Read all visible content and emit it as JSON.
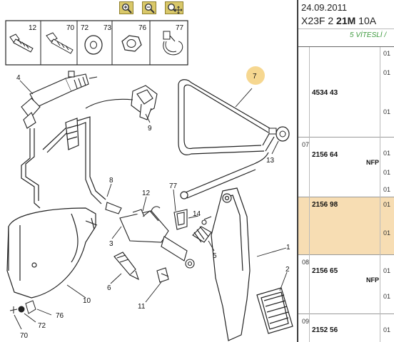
{
  "toolbar": {
    "zoom_in_icon": "magnifier-plus-icon",
    "zoom_out_icon": "magnifier-minus-icon",
    "zoom_pan_icon": "magnifier-move-icon",
    "button_color": "#d9c86a"
  },
  "diagram": {
    "legend_labels": [
      "12",
      "70",
      "72",
      "73",
      "76",
      "77"
    ],
    "callouts": {
      "c4": "4",
      "c7": "7",
      "c9": "9",
      "c13": "13",
      "c8": "8",
      "c12": "12",
      "c77": "77",
      "c14": "14",
      "c3": "3",
      "c5": "5",
      "c1": "1",
      "c6": "6",
      "c2": "2",
      "c10": "10",
      "c11": "11",
      "c76": "76",
      "c72": "72",
      "c70": "70"
    },
    "highlight_color": "#f3c96b"
  },
  "right_panel": {
    "date": "24.09.2011",
    "model_prefix": "X23F 2",
    "model_bold": "21M",
    "model_suffix": "10A",
    "gearbox_note": "5 VİTESLİ /",
    "rows": [
      {
        "num": "",
        "part": "4534 43",
        "nfp": "",
        "qty": [
          "01",
          "01",
          "01"
        ]
      },
      {
        "num": "07",
        "part": "2156 64",
        "nfp": "NFP",
        "qty": [
          "01",
          "01",
          "01"
        ]
      },
      {
        "num": "",
        "part": "2156 98",
        "nfp": "",
        "qty": [
          "01",
          "01"
        ]
      },
      {
        "num": "08",
        "part": "2156 65",
        "nfp": "NFP",
        "qty": [
          "01",
          "01"
        ]
      },
      {
        "num": "09",
        "part": "2152 56",
        "nfp": "",
        "qty": [
          "01"
        ]
      }
    ],
    "highlight_row_color": "#f7ddb3"
  }
}
